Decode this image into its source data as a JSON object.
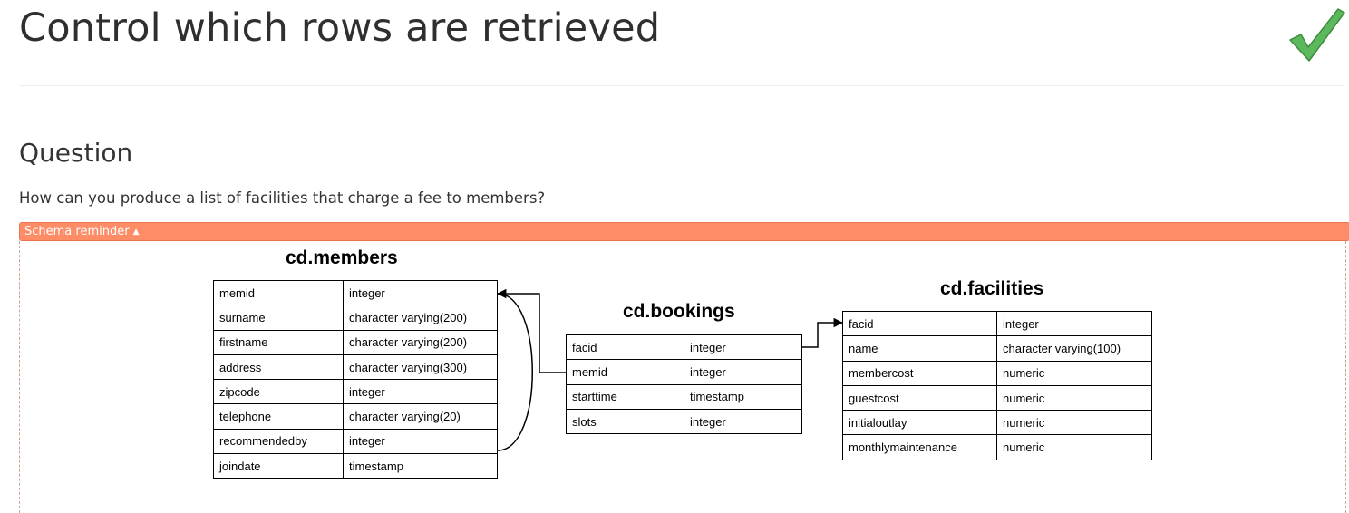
{
  "page": {
    "title": "Control which rows are retrieved",
    "status_icon": "checkmark-icon",
    "status_color": "#5cb85c"
  },
  "question": {
    "heading": "Question",
    "text": "How can you produce a list of facilities that charge a fee to members?"
  },
  "schema_toggle": {
    "label": "Schema reminder",
    "arrow": "▲",
    "color": "#fd8c67"
  },
  "schema": {
    "members": {
      "name": "cd.members",
      "columns": [
        {
          "name": "memid",
          "type": "integer"
        },
        {
          "name": "surname",
          "type": "character varying(200)"
        },
        {
          "name": "firstname",
          "type": "character varying(200)"
        },
        {
          "name": "address",
          "type": "character varying(300)"
        },
        {
          "name": "zipcode",
          "type": "integer"
        },
        {
          "name": "telephone",
          "type": "character varying(20)"
        },
        {
          "name": "recommendedby",
          "type": "integer"
        },
        {
          "name": "joindate",
          "type": "timestamp"
        }
      ]
    },
    "bookings": {
      "name": "cd.bookings",
      "columns": [
        {
          "name": "facid",
          "type": "integer"
        },
        {
          "name": "memid",
          "type": "integer"
        },
        {
          "name": "starttime",
          "type": "timestamp"
        },
        {
          "name": "slots",
          "type": "integer"
        }
      ]
    },
    "facilities": {
      "name": "cd.facilities",
      "columns": [
        {
          "name": "facid",
          "type": "integer"
        },
        {
          "name": "name",
          "type": "character varying(100)"
        },
        {
          "name": "membercost",
          "type": "numeric"
        },
        {
          "name": "guestcost",
          "type": "numeric"
        },
        {
          "name": "initialoutlay",
          "type": "numeric"
        },
        {
          "name": "monthlymaintenance",
          "type": "numeric"
        }
      ]
    }
  }
}
